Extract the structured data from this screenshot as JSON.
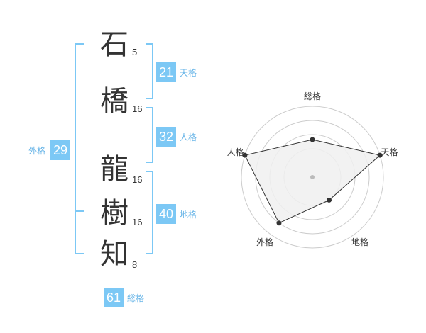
{
  "name": {
    "characters": [
      {
        "char": "石",
        "strokes": "5"
      },
      {
        "char": "橋",
        "strokes": "16"
      },
      {
        "char": "龍",
        "strokes": "16"
      },
      {
        "char": "樹",
        "strokes": "16"
      },
      {
        "char": "知",
        "strokes": "8"
      }
    ]
  },
  "fortunes": {
    "tenkaku": {
      "value": "21",
      "label": "天格"
    },
    "jinkaku": {
      "value": "32",
      "label": "人格"
    },
    "chikaku": {
      "value": "40",
      "label": "地格"
    },
    "gaikaku": {
      "value": "29",
      "label": "外格"
    },
    "soukaku": {
      "value": "61",
      "label": "総格"
    }
  },
  "radar": {
    "axes": [
      "総格",
      "天格",
      "地格",
      "外格",
      "人格"
    ],
    "values": [
      0.53,
      1.0,
      0.4,
      0.8,
      1.0
    ],
    "colors": {
      "fill": "#f0f0f0",
      "line": "#333333",
      "rings": "#cccccc",
      "center": "#bbbbbb"
    }
  },
  "colors": {
    "accent": "#7cc8f5",
    "bracket": "#7cc8f5"
  }
}
